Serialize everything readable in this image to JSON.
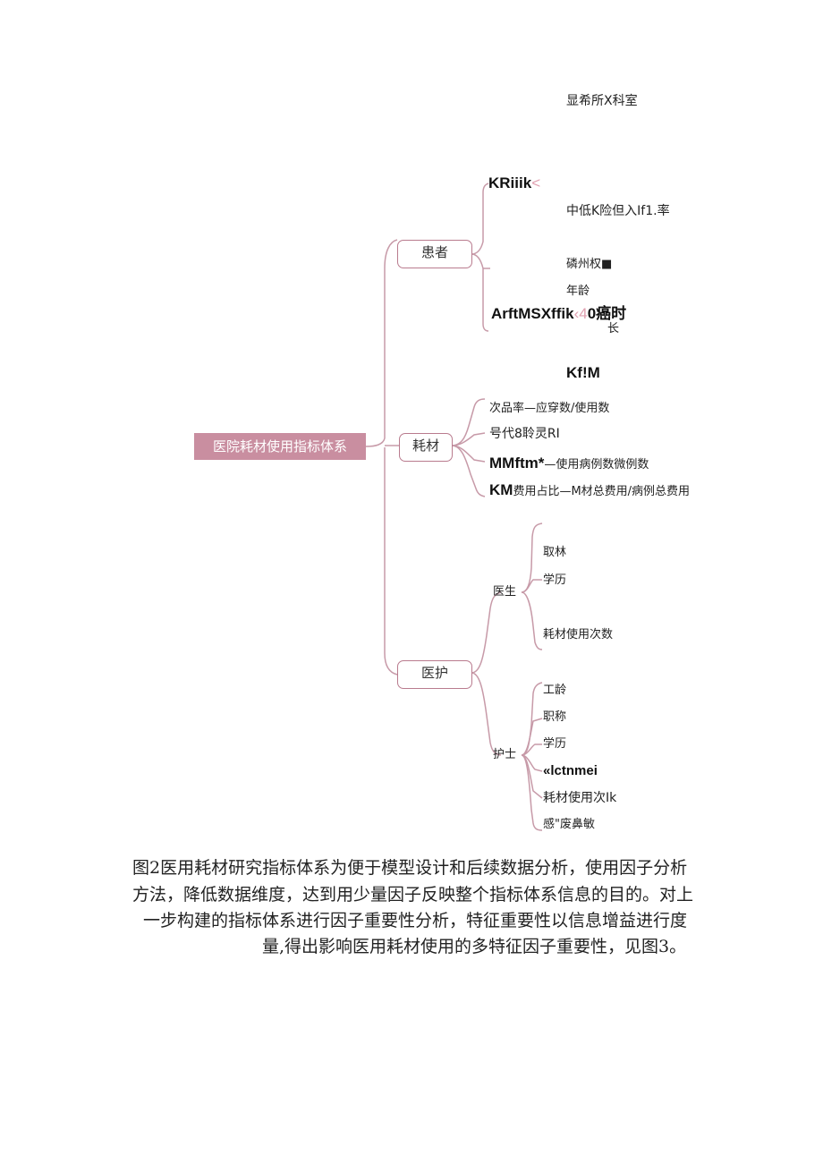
{
  "diagram": {
    "top_label": "显希所X科室",
    "root": "医院耗材使用指标体系",
    "branches": {
      "patient": {
        "label": "患者",
        "items": [
          "KRiiik",
          "中低K险但入If1.率",
          "磷州权■",
          "年龄",
          "ArftMSXffik",
          "0癌时",
          "长"
        ],
        "mark": "<",
        "mark2": "‹4"
      },
      "material": {
        "label": "耗材",
        "header": "Kf!M",
        "items": [
          "次品率—应穿数/使用数",
          "号代8聆灵RI",
          "MMftm*",
          "—使用病例数微例数",
          "KM",
          "费用占比—M材总费用/病例总费用"
        ]
      },
      "medical": {
        "label": "医护",
        "doctor": {
          "label": "医生",
          "items": [
            "取林",
            "学历",
            "耗材使用次数"
          ]
        },
        "nurse": {
          "label": "护士",
          "items": [
            "工龄",
            "职称",
            "学历",
            "«lctnmei",
            "耗材使用次Ik",
            "感\"废鼻敏"
          ]
        }
      }
    }
  },
  "caption": {
    "line1": "图2医用耗材研究指标体系为便于模型设计和后续数据分析，使用因子分析",
    "line2": "方法，降低数据维度，达到用少量因子反映整个指标体系信息的目的。对上",
    "line3": "一步构建的指标体系进行因子重要性分析，特征重要性以信息增益进行度",
    "line4": "量,得出影响医用耗材使用的多特征因子重要性，见图3。"
  },
  "colors": {
    "branch": "#c79aa8",
    "root_fill": "#c98ea0",
    "node_border": "#b97b8e"
  }
}
